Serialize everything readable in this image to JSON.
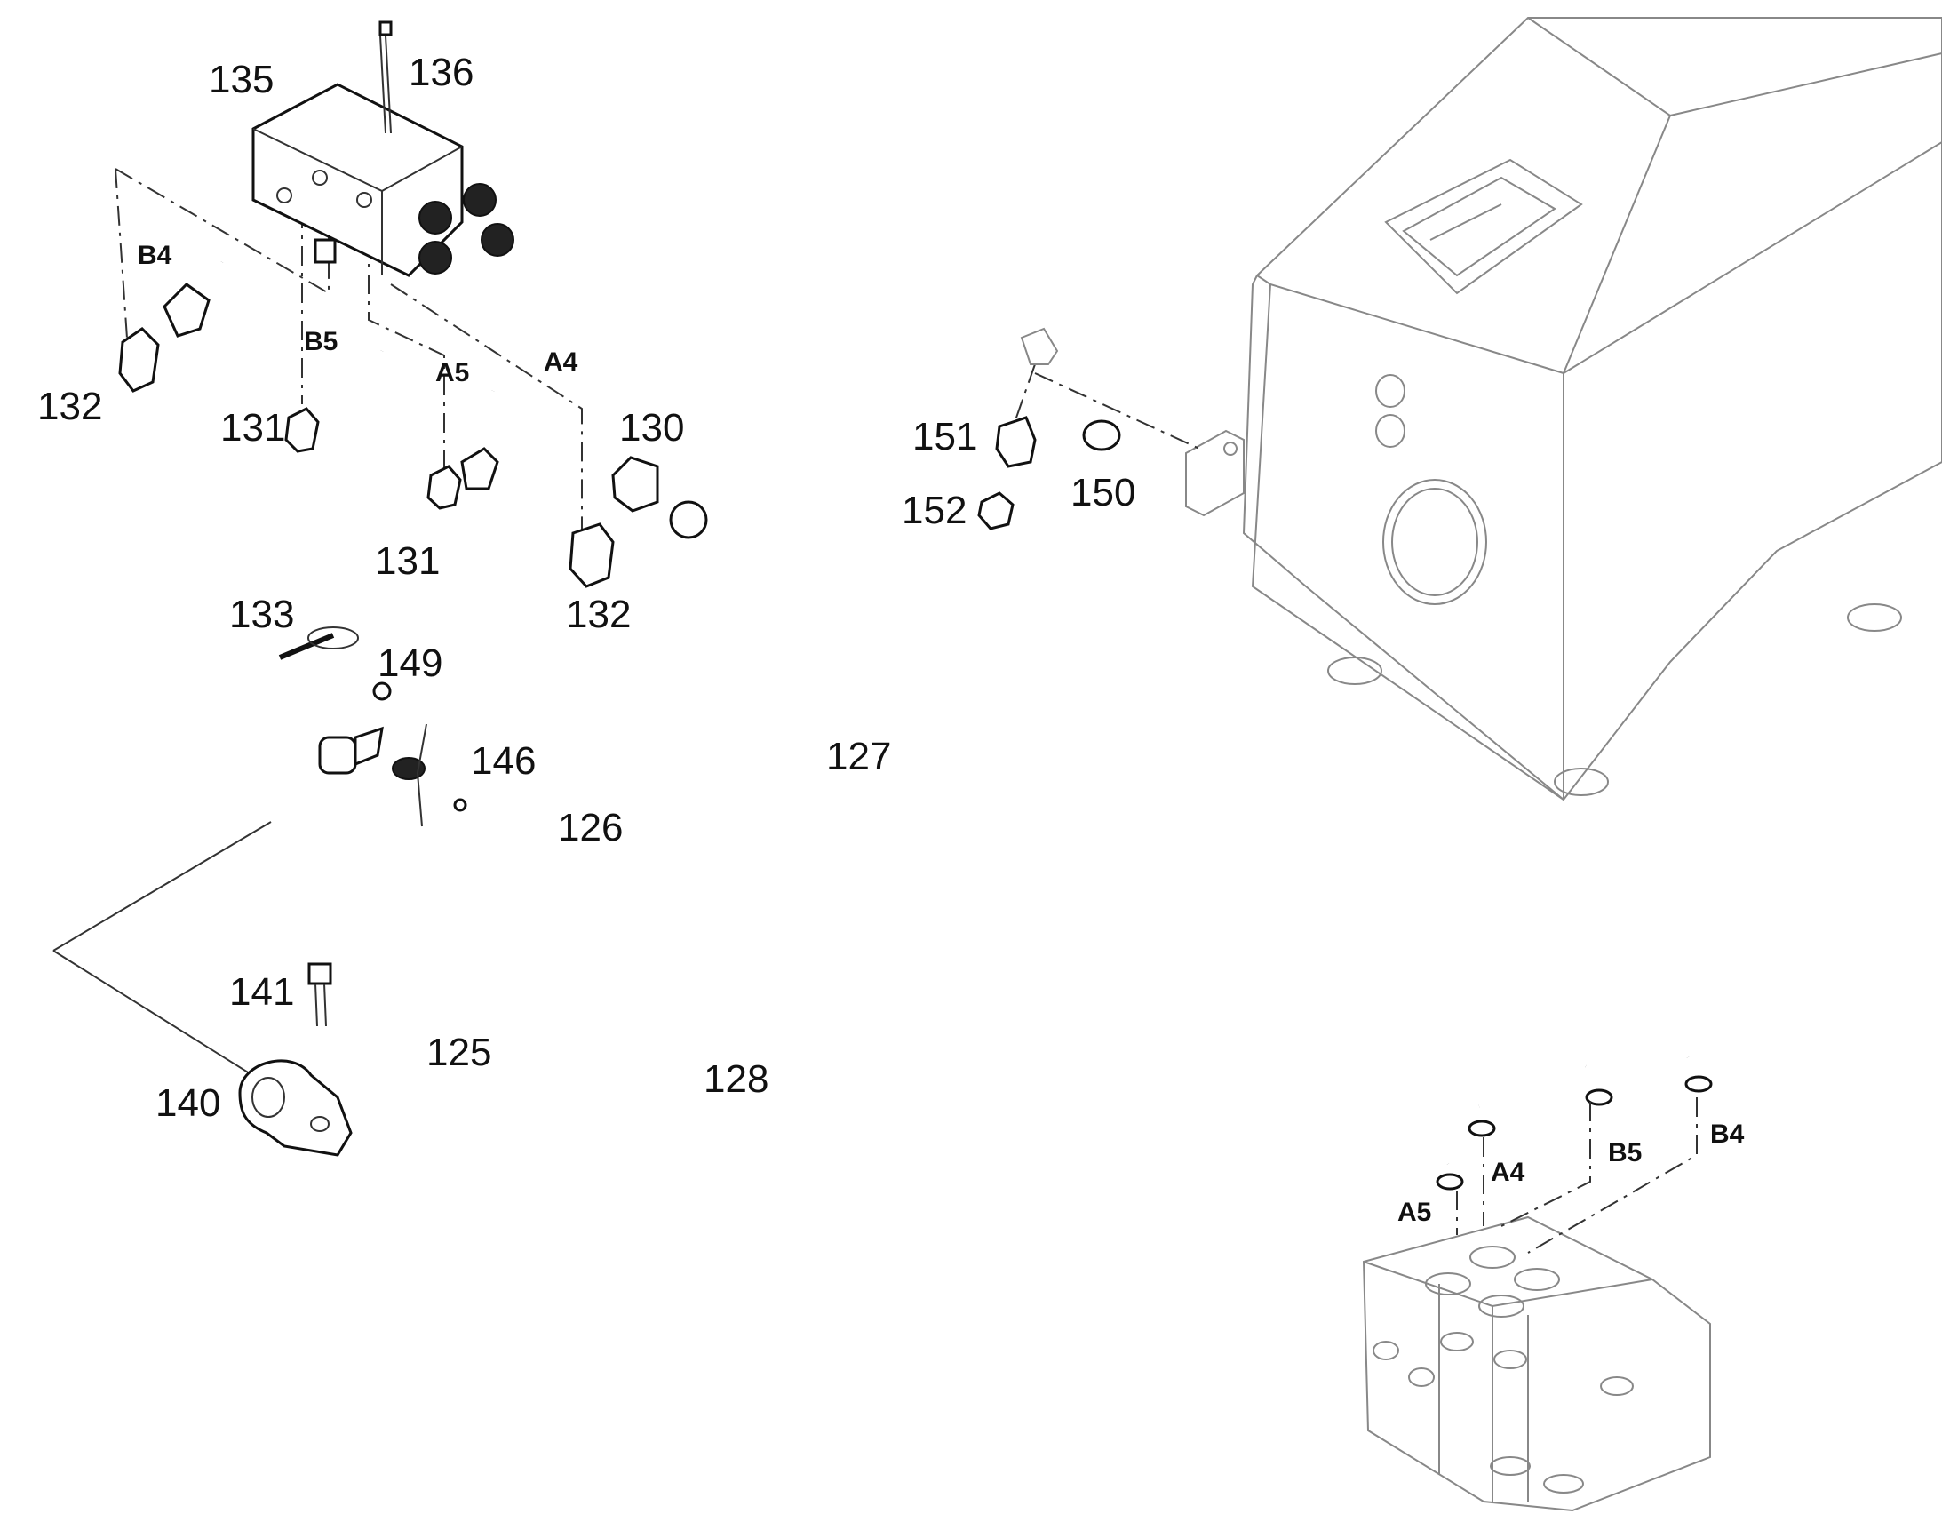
{
  "labels": {
    "p125": "125",
    "p126": "126",
    "p127": "127",
    "p128": "128",
    "p130": "130",
    "p131a": "131",
    "p131b": "131",
    "p132a": "132",
    "p132b": "132",
    "p133": "133",
    "p135": "135",
    "p136": "136",
    "p140": "140",
    "p141": "141",
    "p146": "146",
    "p149": "149",
    "p150": "150",
    "p151": "151",
    "p152": "152"
  },
  "ports": {
    "b4_top": "B4",
    "b5_top": "B5",
    "a5_top": "A5",
    "a4_top": "A4",
    "a5_bottom": "A5",
    "a4_bottom": "A4",
    "b5_bottom": "B5",
    "b4_bottom": "B4"
  },
  "icons": [
    "valve-block-icon",
    "tank-icon",
    "control-valve-icon",
    "hose-icon",
    "clamp-icon",
    "fitting-icon",
    "bolt-icon",
    "cable-tie-icon"
  ]
}
